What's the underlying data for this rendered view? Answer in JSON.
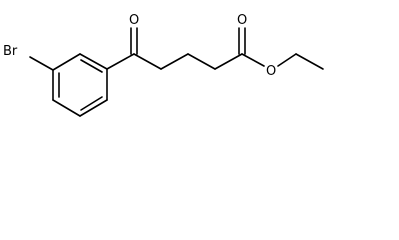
{
  "molecule": {
    "atoms": [
      {
        "id": "br",
        "symbol": "Br"
      },
      {
        "id": "o_ketone",
        "symbol": "O"
      },
      {
        "id": "o_carbonyl",
        "symbol": "O"
      },
      {
        "id": "o_ester",
        "symbol": "O"
      }
    ]
  }
}
